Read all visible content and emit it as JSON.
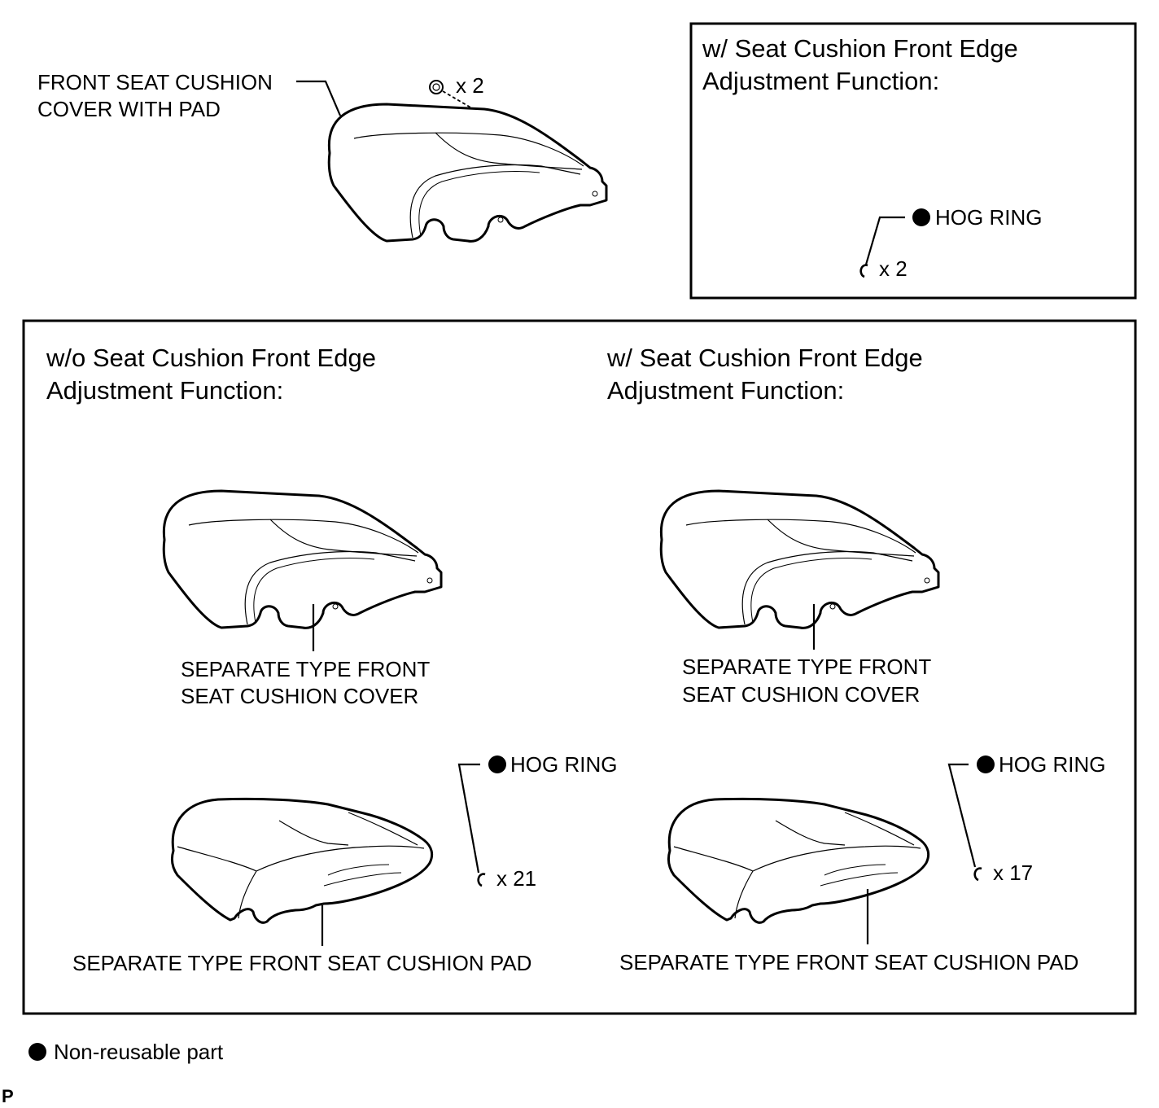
{
  "top_callout": {
    "label_line1": "FRONT SEAT CUSHION",
    "label_line2": "COVER WITH PAD",
    "clip_count": "x 2"
  },
  "top_right_box": {
    "title_line1": "w/ Seat Cushion Front Edge",
    "title_line2": "Adjustment Function:",
    "hog_ring_label": "HOG RING",
    "hog_ring_count": "x 2"
  },
  "main_box": {
    "left": {
      "title_line1": "w/o Seat Cushion Front Edge",
      "title_line2": "Adjustment Function:",
      "cover_label_line1": "SEPARATE TYPE FRONT",
      "cover_label_line2": "SEAT CUSHION COVER",
      "hog_ring_label": "HOG RING",
      "hog_ring_count": "x 21",
      "pad_label": "SEPARATE TYPE FRONT SEAT CUSHION PAD"
    },
    "right": {
      "title_line1": "w/ Seat Cushion Front Edge",
      "title_line2": "Adjustment Function:",
      "cover_label_line1": "SEPARATE TYPE FRONT",
      "cover_label_line2": "SEAT CUSHION COVER",
      "hog_ring_label": "HOG RING",
      "hog_ring_count": "x 17",
      "pad_label": "SEPARATE TYPE FRONT SEAT CUSHION PAD"
    }
  },
  "legend": {
    "non_reusable_label": "Non-reusable part"
  },
  "corner_mark": "P"
}
